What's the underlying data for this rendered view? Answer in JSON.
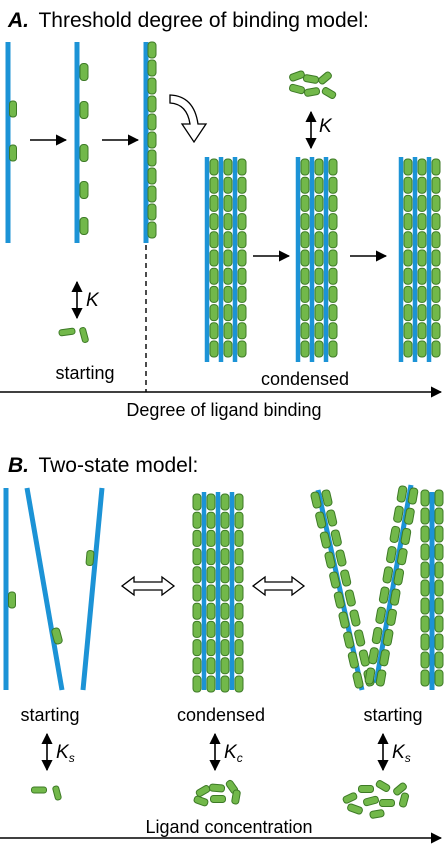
{
  "colors": {
    "dna": "#1c93d6",
    "ligand_fill": "#72b84a",
    "ligand_stroke": "#3d7a26"
  },
  "panel_a": {
    "letter": "A.",
    "title": "Threshold degree of binding model:",
    "k_label": "K",
    "starting_label": "starting",
    "condensed_label": "condensed",
    "axis_label": "Degree of ligand binding"
  },
  "panel_b": {
    "letter": "B.",
    "title": "Two-state model:",
    "starting_left_label": "starting",
    "condensed_label": "condensed",
    "starting_right_label": "starting",
    "ks_left": {
      "base": "K",
      "sub": "s"
    },
    "kc": {
      "base": "K",
      "sub": "c"
    },
    "ks_right": {
      "base": "K",
      "sub": "s"
    },
    "axis_label": "Ligand concentration"
  }
}
